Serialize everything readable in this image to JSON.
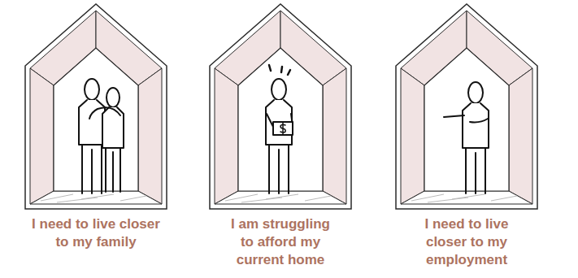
{
  "diagram": {
    "nodes": [
      {
        "text": [
          "I need to live closer to my family"
        ]
      },
      {
        "text": [
          "I am struggling to afford my current home"
        ]
      },
      {
        "text": [
          "I need to live closer to my employment"
        ]
      }
    ]
  }
}
